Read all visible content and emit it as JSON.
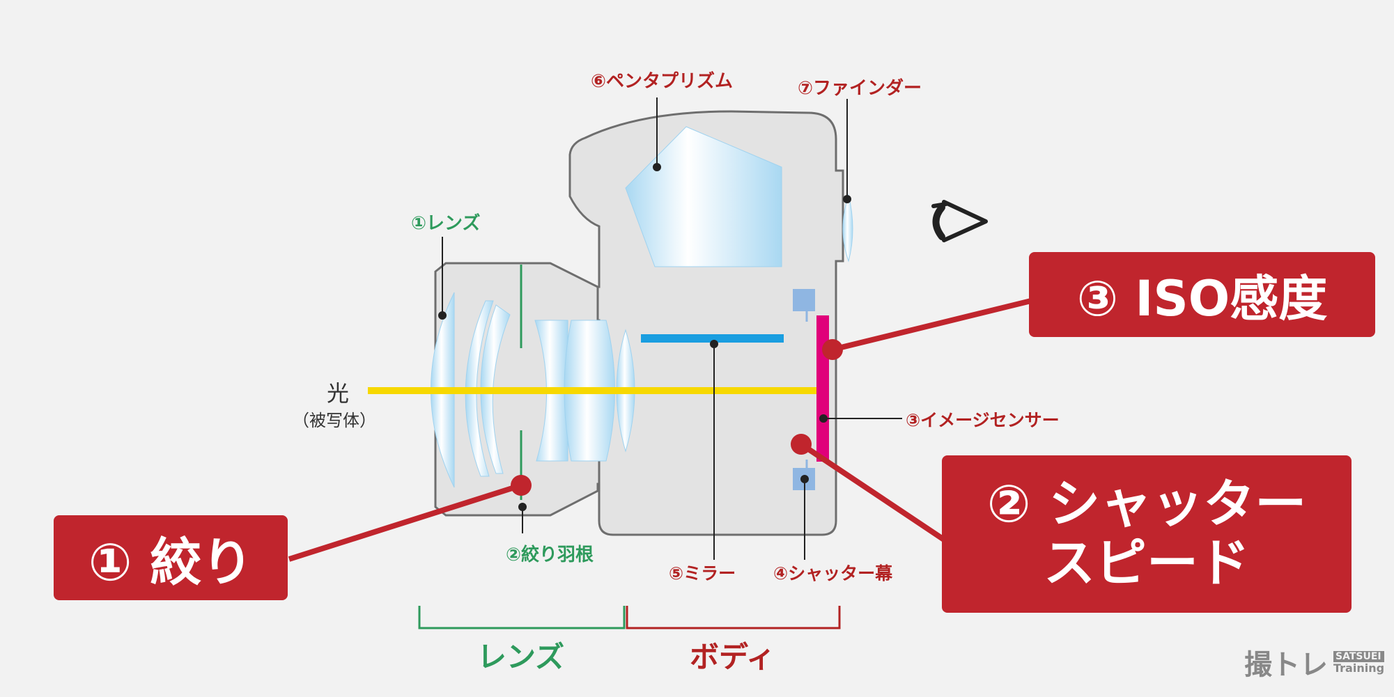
{
  "labels": {
    "light": "光",
    "subject": "（被写体）",
    "lens": "①レンズ",
    "aperture_blades": "②絞り羽根",
    "image_sensor": "③イメージセンサー",
    "shutter_curtain": "④シャッター幕",
    "mirror": "⑤ミラー",
    "pentaprism": "⑥ペンタプリズム",
    "finder": "⑦ファインダー"
  },
  "sections": {
    "lens": "レンズ",
    "body": "ボディ"
  },
  "callouts": {
    "aperture": "① 絞り",
    "shutter_line1": "② シャッター",
    "shutter_line2": "スピード",
    "iso": "③ ISO感度"
  },
  "logo": {
    "jp": "撮トレ",
    "en_top": "SATSUEI",
    "en_bottom": "Training"
  },
  "colors": {
    "callout_red": "#c0252d",
    "label_red": "#b22222",
    "label_green": "#2e9a5c",
    "light_beam": "#f7d800",
    "sensor": "#e0007a",
    "mirror": "#1a9ee0",
    "glass": "#bfe3f7"
  },
  "icons": [
    "eye-icon"
  ]
}
